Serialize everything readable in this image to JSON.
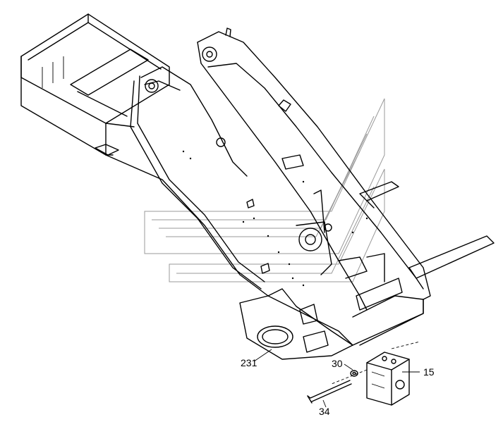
{
  "drawing": {
    "callouts": [
      {
        "id": "c231",
        "label": "231"
      },
      {
        "id": "c30",
        "label": "30"
      },
      {
        "id": "c15",
        "label": "15"
      },
      {
        "id": "c34",
        "label": "34"
      }
    ]
  }
}
